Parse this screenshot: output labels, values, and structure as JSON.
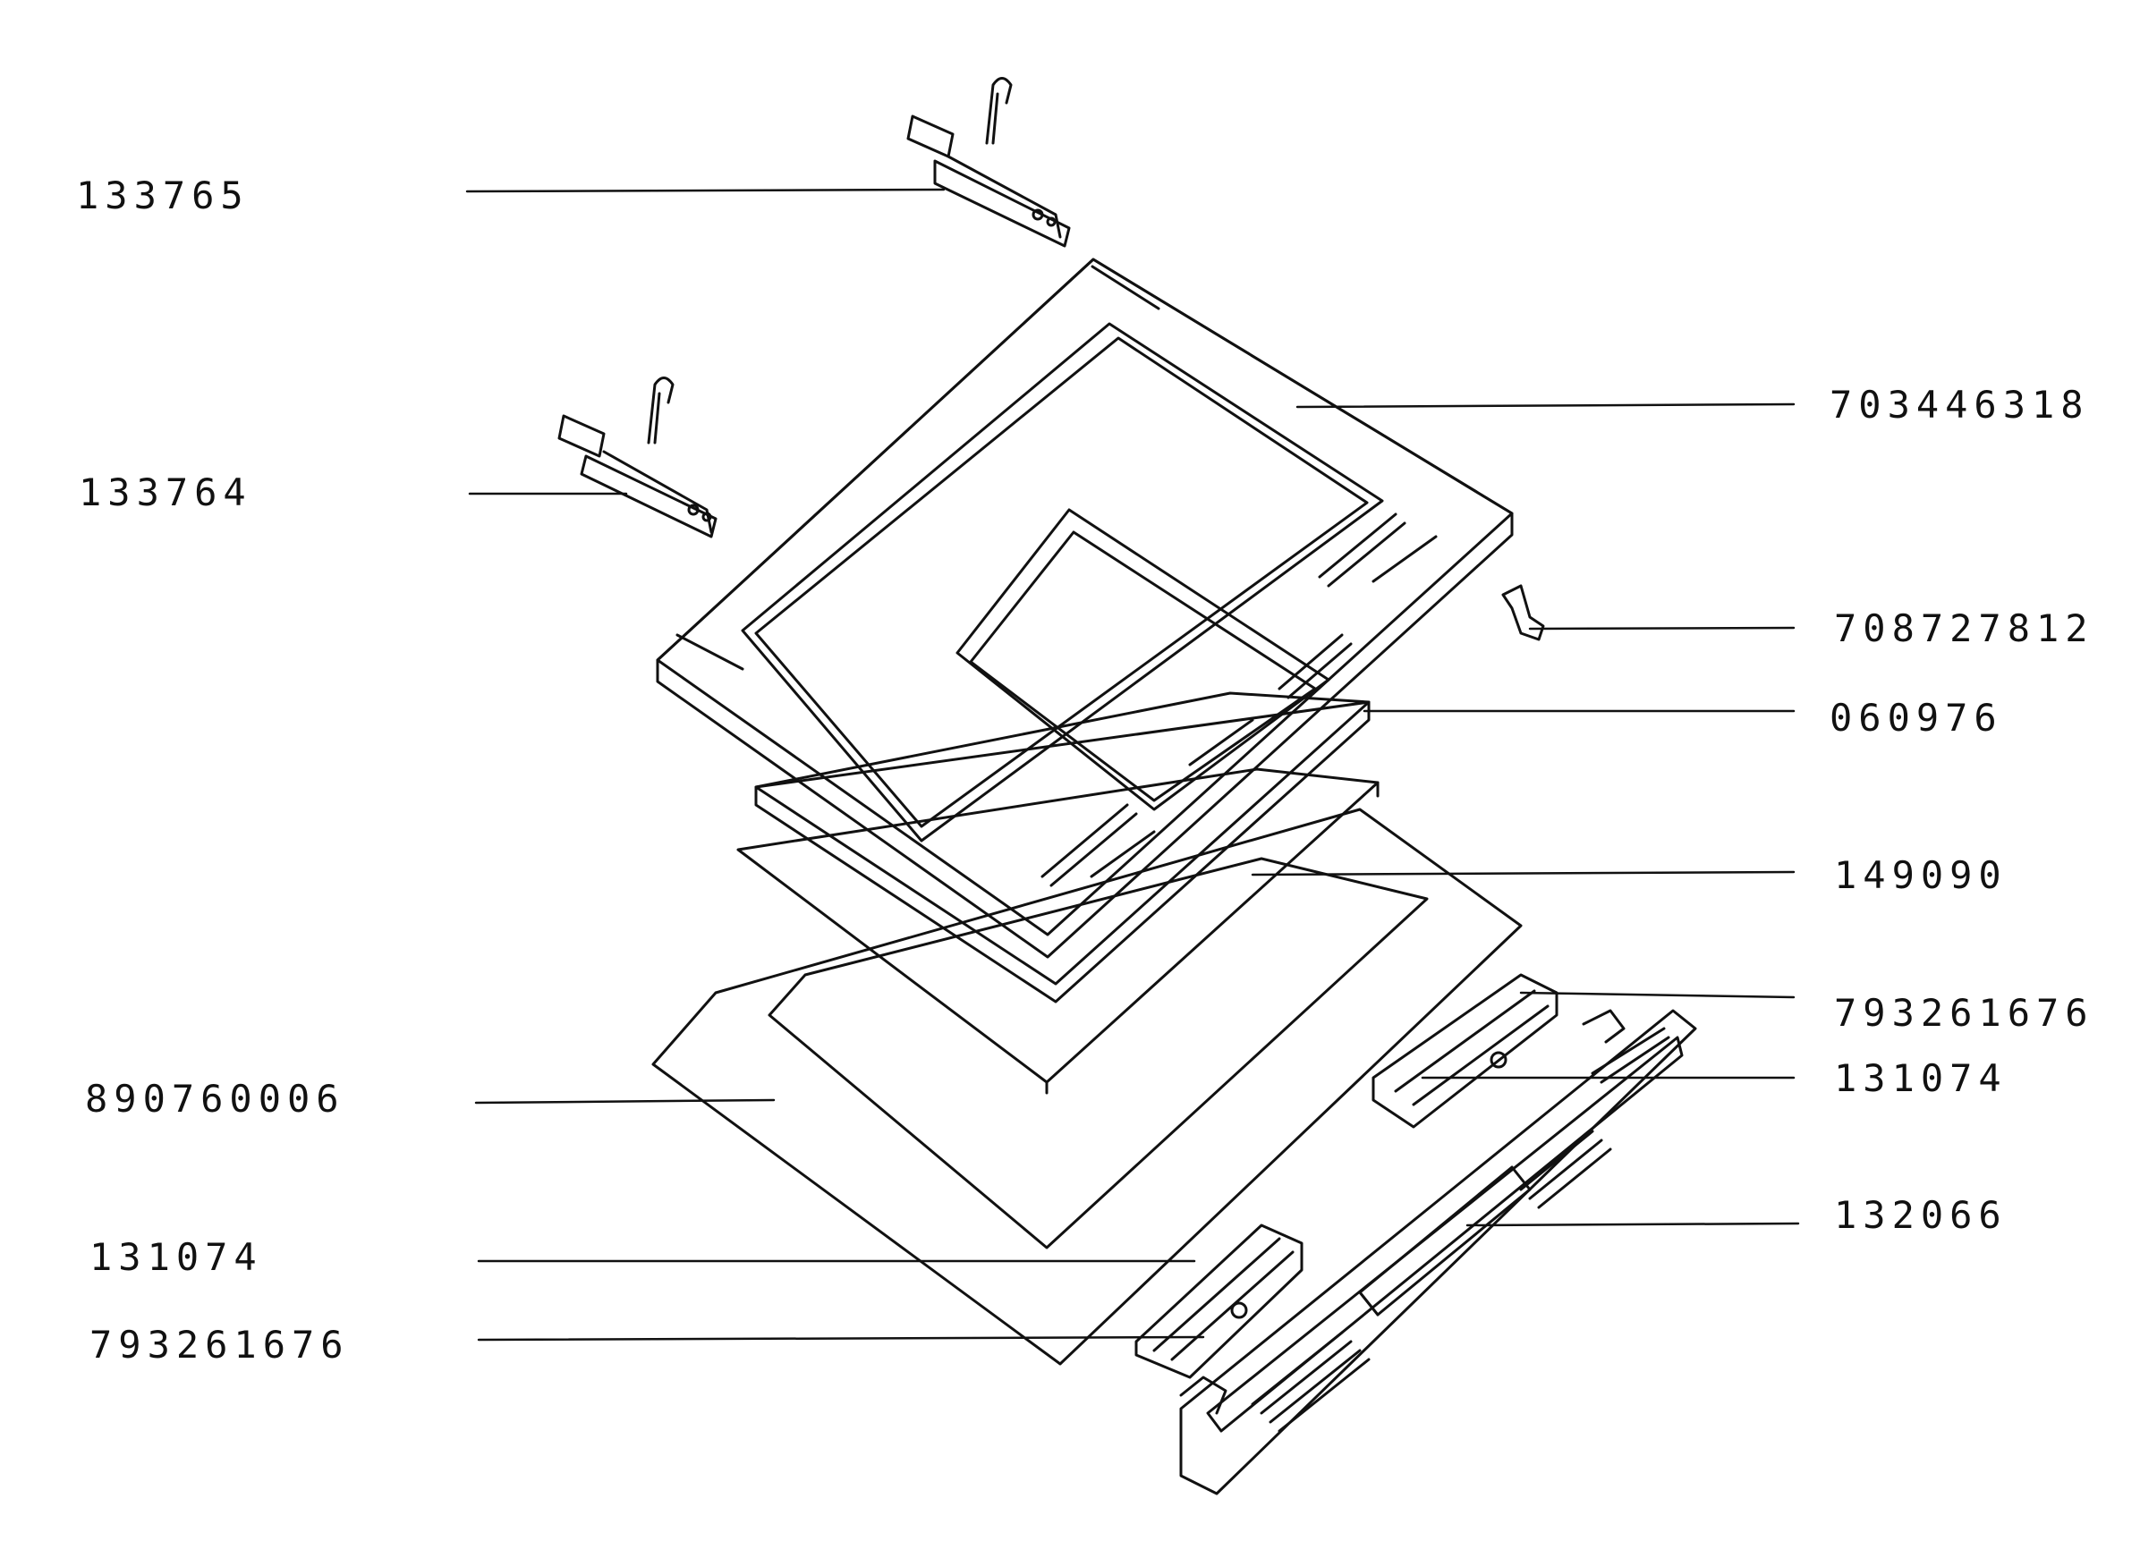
{
  "parts": {
    "hinge_right": "133765",
    "hinge_left": "133764",
    "outer_frame": "703446318",
    "clip": "708727812",
    "inner_frame": "060976",
    "middle_glass": "149090",
    "outer_glass": "890760006",
    "bracket_right_top": "793261676",
    "bracket_right_bottom": "131074",
    "handle_strip": "132066",
    "bracket_left_top": "131074",
    "bracket_left_bottom": "793261676"
  },
  "colors": {
    "ink": "#111111",
    "background": "#ffffff"
  }
}
